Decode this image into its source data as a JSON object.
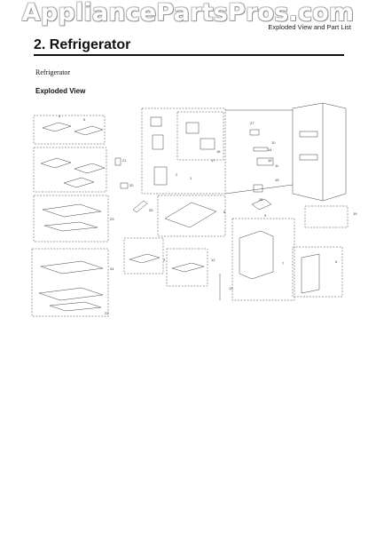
{
  "watermark": {
    "text": "AppliancePartsPros.com"
  },
  "header": {
    "running_title": "Exploded View and Part List"
  },
  "page": {
    "title": "2.  Refrigerator",
    "subtitle": "Refrigerator",
    "section_label": "Exploded View"
  },
  "diagram": {
    "callouts": [
      {
        "id": "c1",
        "text": "21"
      },
      {
        "id": "c2",
        "text": "20"
      },
      {
        "id": "c3",
        "text": "25"
      },
      {
        "id": "c4",
        "text": "23"
      },
      {
        "id": "c5",
        "text": "24"
      },
      {
        "id": "c6",
        "text": "22"
      },
      {
        "id": "c7",
        "text": "18"
      },
      {
        "id": "c8",
        "text": "17"
      },
      {
        "id": "c9",
        "text": "15"
      },
      {
        "id": "c10",
        "text": "12"
      },
      {
        "id": "c11",
        "text": "19"
      },
      {
        "id": "c12",
        "text": "13"
      },
      {
        "id": "c13",
        "text": "11"
      },
      {
        "id": "c14",
        "text": "14"
      },
      {
        "id": "c15",
        "text": "16"
      },
      {
        "id": "c16",
        "text": "10"
      },
      {
        "id": "c17",
        "text": "9"
      },
      {
        "id": "c18",
        "text": "8"
      },
      {
        "id": "c19",
        "text": "7"
      },
      {
        "id": "c20",
        "text": "6"
      },
      {
        "id": "c21",
        "text": "3"
      },
      {
        "id": "c22",
        "text": "2"
      },
      {
        "id": "c23",
        "text": "1"
      },
      {
        "id": "c24",
        "text": "4"
      },
      {
        "id": "c25",
        "text": "5"
      },
      {
        "id": "c26",
        "text": "26"
      },
      {
        "id": "c27",
        "text": "27"
      }
    ]
  }
}
